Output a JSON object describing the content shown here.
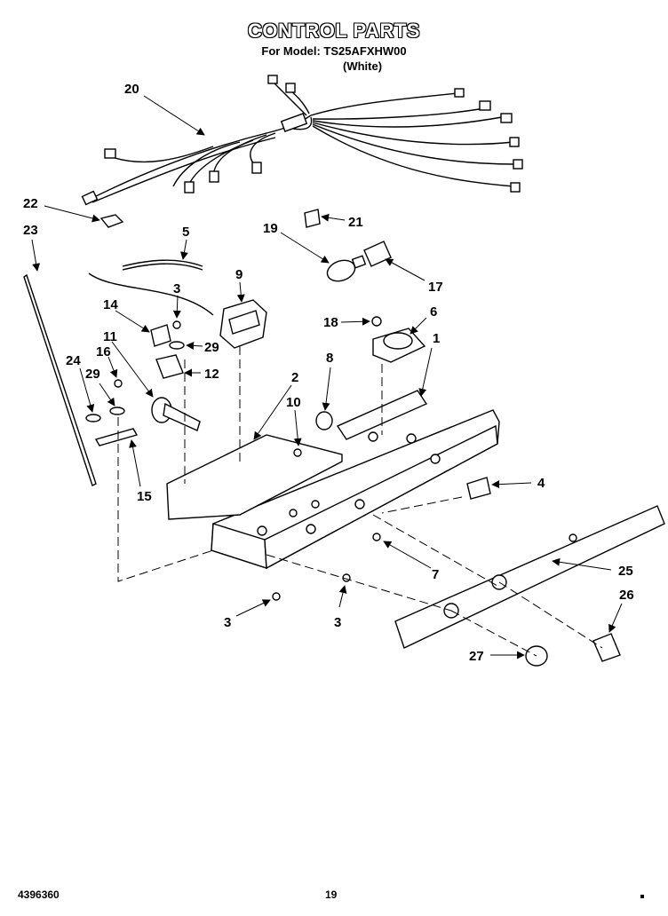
{
  "header": {
    "title": "CONTROL PARTS",
    "model_line": "For Model: TS25AFXHW00",
    "color": "(White)"
  },
  "footer": {
    "doc_number": "4396360",
    "page_number": "19"
  },
  "callouts": [
    "20",
    "22",
    "23",
    "5",
    "21",
    "19",
    "17",
    "9",
    "3",
    "14",
    "29",
    "11",
    "16",
    "12",
    "24",
    "29",
    "15",
    "18",
    "6",
    "1",
    "8",
    "2",
    "10",
    "4",
    "7",
    "25",
    "26",
    "3",
    "3",
    "27"
  ]
}
